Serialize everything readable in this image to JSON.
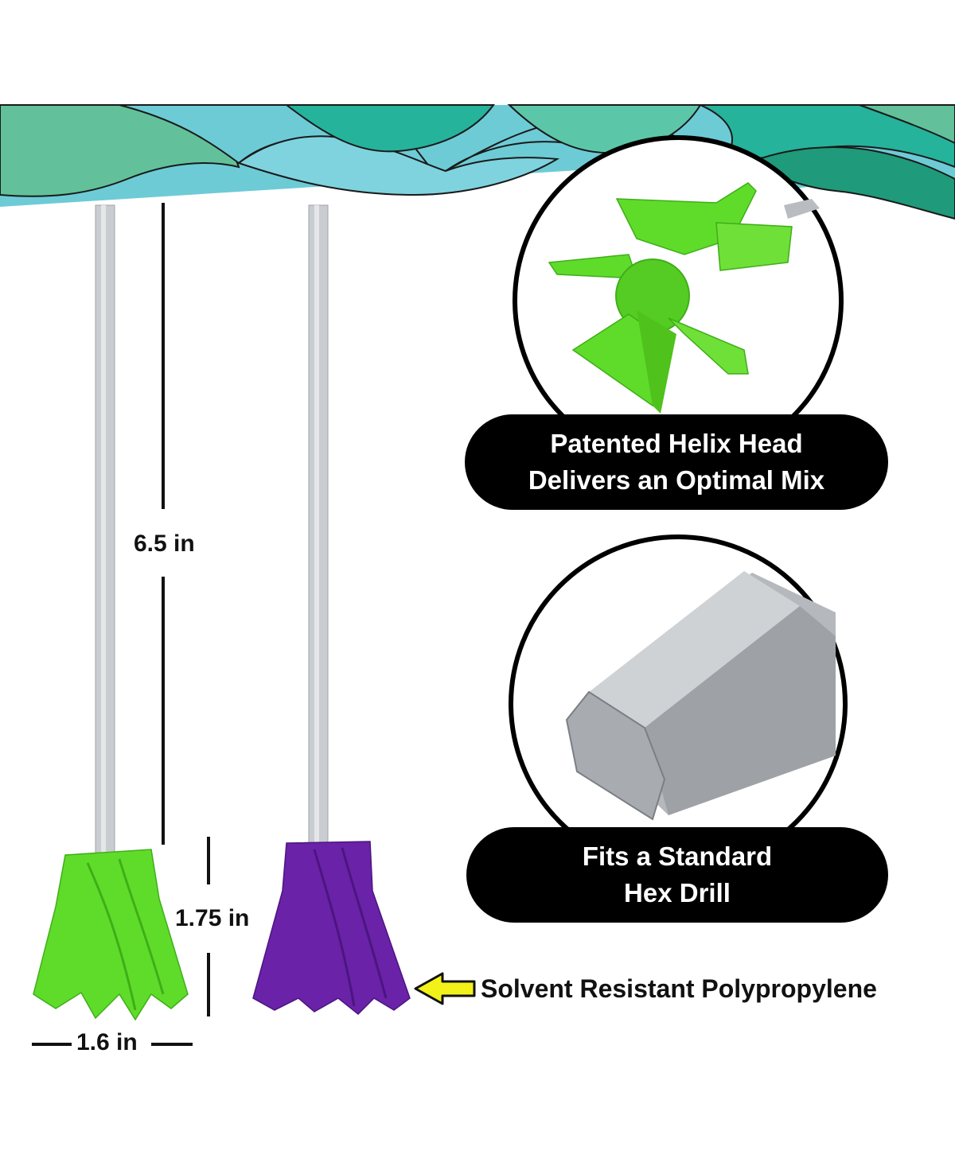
{
  "dimensions": {
    "length": "6.5 in",
    "head_height": "1.75 in",
    "head_width": "1.6 in"
  },
  "features": {
    "helix_line1": "Patented Helix Head",
    "helix_line2": "Delivers an Optimal Mix",
    "hex_line1": "Fits a Standard",
    "hex_line2": "Hex Drill",
    "material": "Solvent Resistant Polypropylene"
  },
  "colors": {
    "green_head": "#5fdc2a",
    "purple_head": "#6a22a8",
    "arrow": "#f2f21a",
    "wave_light": "#6dcbd6",
    "wave_mid": "#25b39b",
    "wave_dark": "#1f9a7a",
    "pill_bg": "#000000"
  },
  "icons": {
    "arrow": "left-arrow-icon"
  }
}
